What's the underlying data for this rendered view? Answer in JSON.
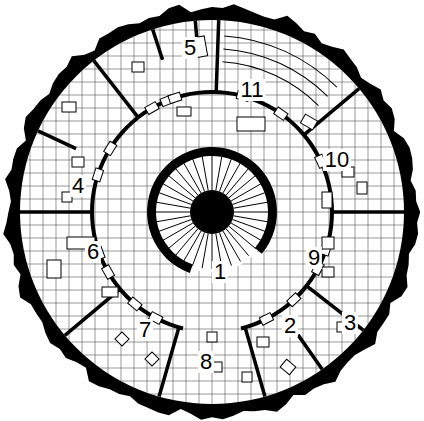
{
  "diagram": {
    "labels": [
      "5",
      "11",
      "10",
      "4",
      "6",
      "9",
      "1",
      "3",
      "2",
      "7",
      "8"
    ]
  }
}
